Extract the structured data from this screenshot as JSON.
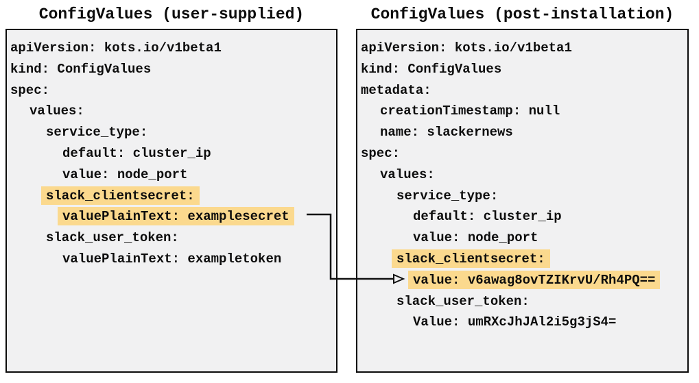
{
  "colors": {
    "background": "#ffffff",
    "panel_background": "#f1f1f2",
    "panel_border": "#0b0b0b",
    "text": "#0d0d0d",
    "highlight": "#fbd98e"
  },
  "panels": [
    {
      "id": "user-supplied",
      "title": "ConfigValues (user-supplied)",
      "lines": [
        {
          "text": "apiVersion: kots.io/v1beta1",
          "indent": 0,
          "highlight": false
        },
        {
          "text": "kind: ConfigValues",
          "indent": 0,
          "highlight": false
        },
        {
          "text": "spec:",
          "indent": 0,
          "highlight": false
        },
        {
          "text": "values:",
          "indent": 1,
          "highlight": false
        },
        {
          "text": "service_type:",
          "indent": 2,
          "highlight": false
        },
        {
          "text": "default: cluster_ip",
          "indent": 3,
          "highlight": false
        },
        {
          "text": "value: node_port",
          "indent": 3,
          "highlight": false
        },
        {
          "text": "slack_clientsecret:",
          "indent": 2,
          "highlight": true
        },
        {
          "text": "valuePlainText: examplesecret",
          "indent": 3,
          "highlight": true
        },
        {
          "text": "slack_user_token:",
          "indent": 2,
          "highlight": false
        },
        {
          "text": "valuePlainText: exampletoken",
          "indent": 3,
          "highlight": false
        }
      ]
    },
    {
      "id": "post-installation",
      "title": "ConfigValues (post-installation)",
      "lines": [
        {
          "text": "apiVersion: kots.io/v1beta1",
          "indent": 0,
          "highlight": false
        },
        {
          "text": "kind: ConfigValues",
          "indent": 0,
          "highlight": false
        },
        {
          "text": "metadata:",
          "indent": 0,
          "highlight": false
        },
        {
          "text": "creationTimestamp: null",
          "indent": 1,
          "highlight": false
        },
        {
          "text": "name: slackernews",
          "indent": 1,
          "highlight": false
        },
        {
          "text": "spec:",
          "indent": 0,
          "highlight": false
        },
        {
          "text": "values:",
          "indent": 1,
          "highlight": false
        },
        {
          "text": "service_type:",
          "indent": 2,
          "highlight": false
        },
        {
          "text": "default: cluster_ip",
          "indent": 3,
          "highlight": false
        },
        {
          "text": "value: node_port",
          "indent": 3,
          "highlight": false
        },
        {
          "text": "slack_clientsecret:",
          "indent": 2,
          "highlight": true
        },
        {
          "text": "value: v6awag8ovTZIKrvU/Rh4PQ==",
          "indent": 3,
          "highlight": true
        },
        {
          "text": "slack_user_token:",
          "indent": 2,
          "highlight": false
        },
        {
          "text": "Value: umRXcJhJAl2i5g3jS4=",
          "indent": 3,
          "highlight": false
        }
      ]
    }
  ],
  "connector": {
    "from_text": "valuePlainText: examplesecret",
    "to_text": "value: v6awag8ovTZIKrvU/Rh4PQ=="
  }
}
